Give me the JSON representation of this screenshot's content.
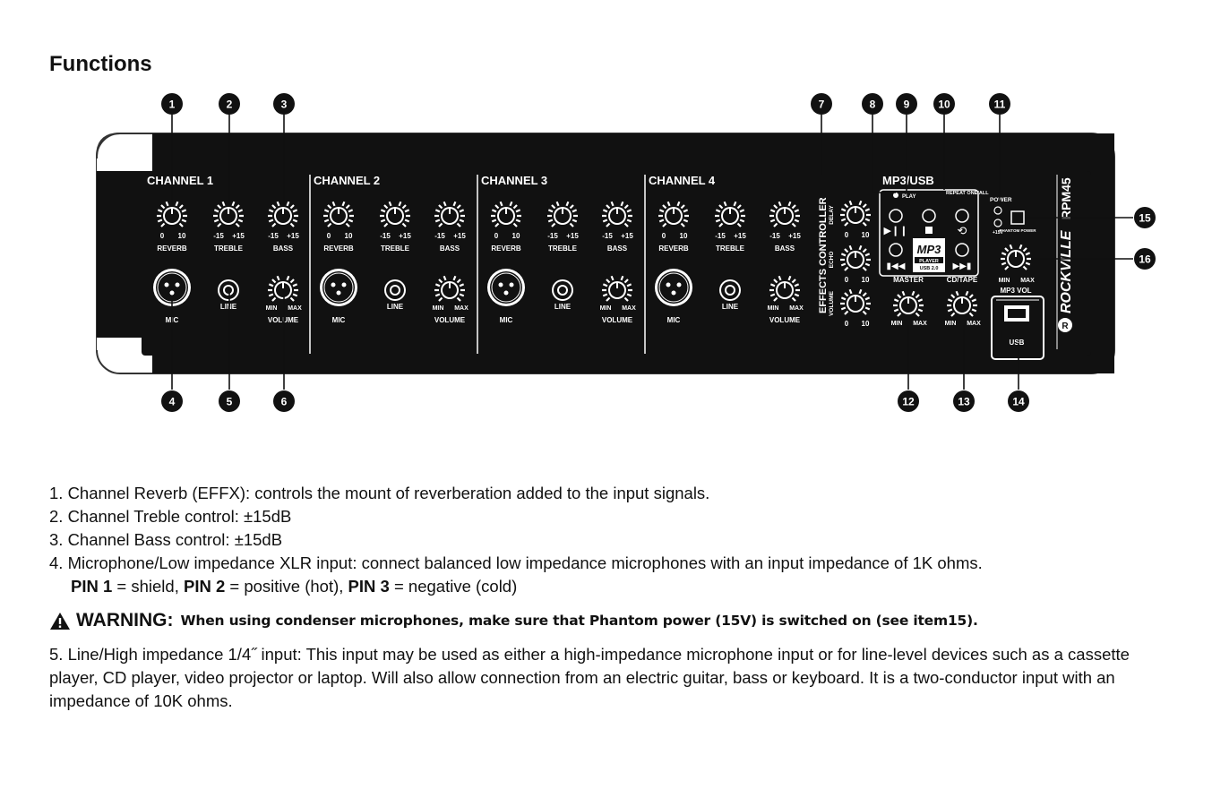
{
  "page": {
    "title": "Functions"
  },
  "panel": {
    "channels": [
      {
        "title": "CHANNEL 1",
        "knob_labels": [
          "REVERB",
          "TREBLE",
          "BASS"
        ],
        "scale_labels": [
          "0",
          "10",
          "-15",
          "+15",
          "-15",
          "+15"
        ],
        "mic": "MIC",
        "line": "LINE",
        "volume": "VOLUME",
        "vol_min": "MIN",
        "vol_max": "MAX"
      },
      {
        "title": "CHANNEL 2",
        "knob_labels": [
          "REVERB",
          "TREBLE",
          "BASS"
        ],
        "scale_labels": [
          "0",
          "10",
          "-15",
          "+15",
          "-15",
          "+15"
        ],
        "mic": "MIC",
        "line": "LINE",
        "volume": "VOLUME",
        "vol_min": "MIN",
        "vol_max": "MAX"
      },
      {
        "title": "CHANNEL 3",
        "knob_labels": [
          "REVERB",
          "TREBLE",
          "BASS"
        ],
        "scale_labels": [
          "0",
          "10",
          "-15",
          "+15",
          "-15",
          "+15"
        ],
        "mic": "MIC",
        "line": "LINE",
        "volume": "VOLUME",
        "vol_min": "MIN",
        "vol_max": "MAX"
      },
      {
        "title": "CHANNEL 4",
        "knob_labels": [
          "REVERB",
          "TREBLE",
          "BASS"
        ],
        "scale_labels": [
          "0",
          "10",
          "-15",
          "+15",
          "-15",
          "+15"
        ],
        "mic": "MIC",
        "line": "LINE",
        "volume": "VOLUME",
        "vol_min": "MIN",
        "vol_max": "MAX"
      }
    ],
    "effects": {
      "title": "EFFECTS CONTROLLER",
      "knobs": [
        {
          "label": "DELAY",
          "min": "0",
          "max": "10"
        },
        {
          "label": "ECHO",
          "min": "0",
          "max": "10"
        },
        {
          "label": "VOLUME",
          "min": "0",
          "max": "10"
        }
      ]
    },
    "mp3": {
      "title": "MP3/USB",
      "play_led": "PLAY",
      "repeat_label": "REPEAT ONE/ALL",
      "logo": "MP3",
      "logo_sub1": "PLAYER",
      "logo_sub2": "USB 2.0",
      "master": "MASTER",
      "cdtape": "CD/TAPE",
      "min": "MIN",
      "max": "MAX"
    },
    "power": {
      "power_label": "POWER",
      "v15_label": "+15V",
      "phantom_label": "PHANTOM POWER"
    },
    "mp3vol": {
      "min": "MIN",
      "max": "MAX",
      "label": "MP3 VOL",
      "usb": "USB"
    },
    "brand": {
      "name": "ROCKVILLE",
      "model": "RPM45"
    },
    "callouts_top": [
      "1",
      "2",
      "3",
      "7",
      "8",
      "9",
      "10",
      "11"
    ],
    "callouts_bottom": [
      "4",
      "5",
      "6",
      "12",
      "13",
      "14"
    ],
    "callouts_right": [
      "15",
      "16"
    ]
  },
  "items": {
    "i1": "1. Channel Reverb (EFFX): controls the mount of reverberation added to the input signals.",
    "i2": "2. Channel Treble control: ±15dB",
    "i3": "3. Channel Bass control: ±15dB",
    "i4": "4. Microphone/Low impedance XLR input: connect balanced low impedance microphones with an input impedance of 1K ohms.",
    "pin1": "PIN 1",
    "pin1_text": " = shield, ",
    "pin2": "PIN 2",
    "pin2_text": " = positive (hot), ",
    "pin3": "PIN 3",
    "pin3_text": " = negative (cold)",
    "warning_label": "WARNING:",
    "warning_text": "When using condenser microphones, make sure that Phantom power (15V) is switched on (see item15).",
    "i5": "5. Line/High impedance 1/4˝ input: This input may be used as either a high-impedance microphone input or for line-level devices such as a cassette player, CD player, video projector or laptop. Will also allow connection from an electric guitar, bass or keyboard. It is a two-conductor input with an impedance of 10K ohms."
  }
}
